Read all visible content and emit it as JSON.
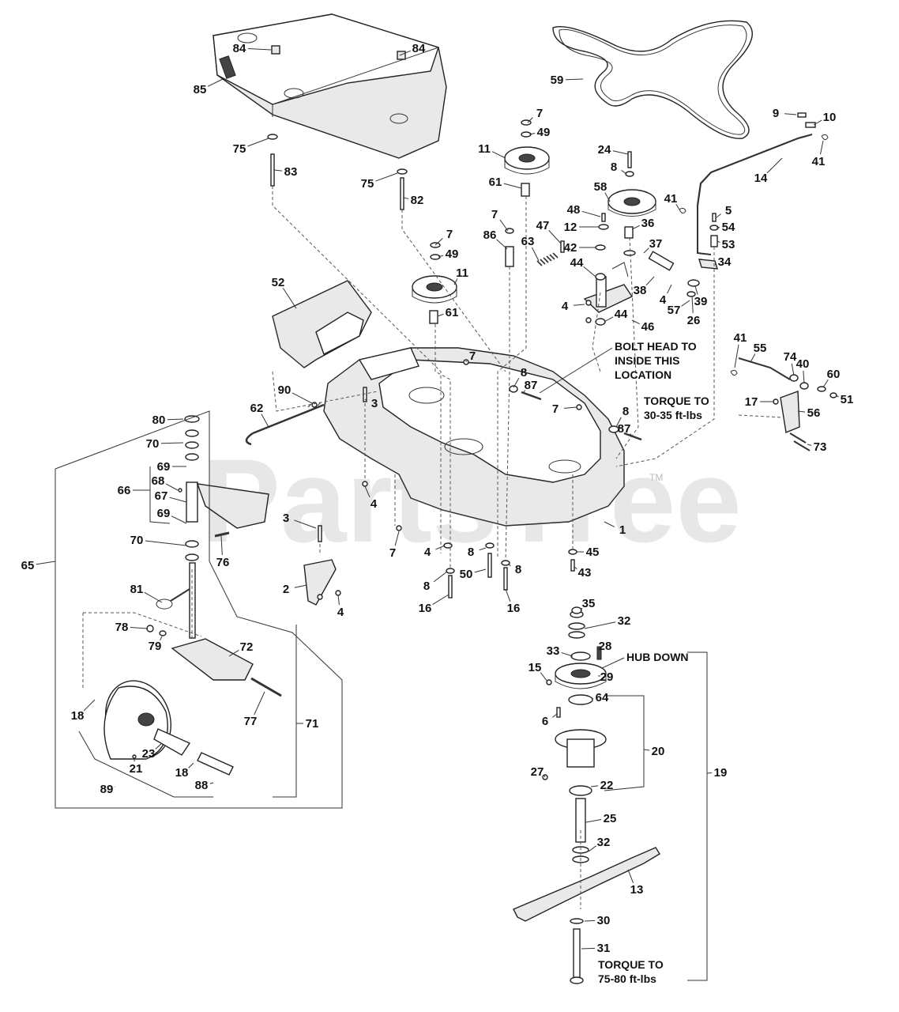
{
  "watermark": "PartsTree",
  "trademark": "TM",
  "notes": {
    "bolt_head_1": "BOLT HEAD TO",
    "bolt_head_2": "INSIDE THIS",
    "bolt_head_3": "LOCATION",
    "torque1_1": "TORQUE TO",
    "torque1_2": "30-35 ft-lbs",
    "hub_down": "HUB DOWN",
    "torque2_1": "TORQUE TO",
    "torque2_2": "75-80 ft-lbs"
  },
  "callouts": [
    "1",
    "2",
    "3",
    "4",
    "5",
    "6",
    "7",
    "8",
    "9",
    "10",
    "11",
    "12",
    "13",
    "14",
    "15",
    "16",
    "17",
    "18",
    "19",
    "20",
    "21",
    "22",
    "23",
    "24",
    "25",
    "26",
    "27",
    "28",
    "29",
    "30",
    "31",
    "32",
    "33",
    "34",
    "35",
    "36",
    "37",
    "38",
    "39",
    "40",
    "41",
    "42",
    "43",
    "44",
    "45",
    "46",
    "47",
    "48",
    "49",
    "50",
    "51",
    "52",
    "53",
    "54",
    "55",
    "56",
    "57",
    "58",
    "59",
    "60",
    "61",
    "62",
    "63",
    "64",
    "65",
    "66",
    "67",
    "68",
    "69",
    "70",
    "71",
    "72",
    "73",
    "74",
    "75",
    "76",
    "77",
    "78",
    "79",
    "80",
    "81",
    "82",
    "83",
    "84",
    "85",
    "86",
    "87",
    "88",
    "89",
    "90"
  ]
}
